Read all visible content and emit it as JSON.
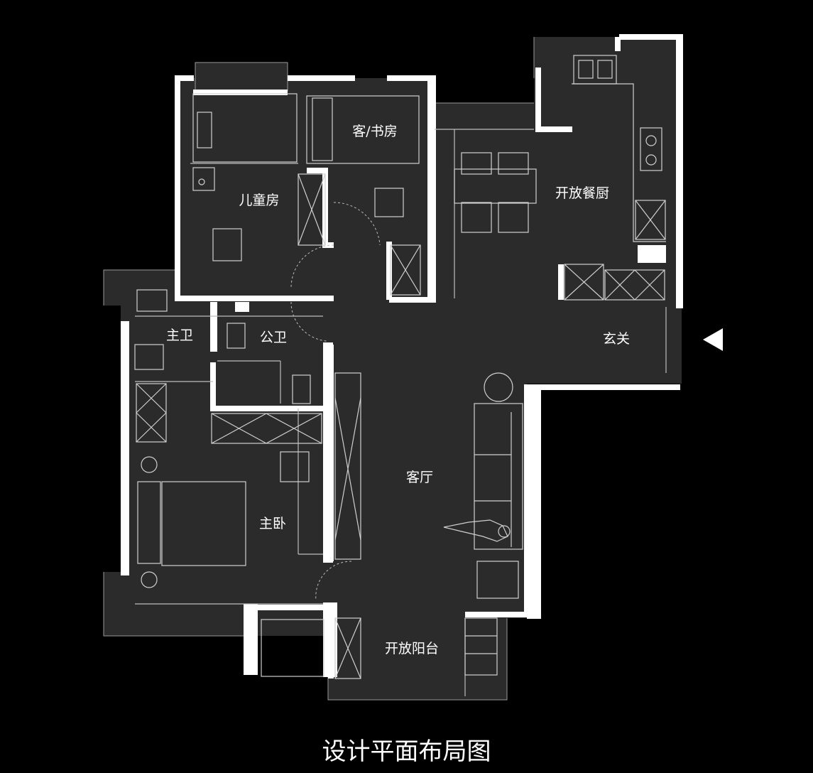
{
  "title": "设计平面布局图",
  "rooms": {
    "kids_room": "儿童房",
    "guest_study": "客/书房",
    "open_dining_kitchen": "开放餐厨",
    "master_bath": "主卫",
    "public_bath": "公卫",
    "entrance": "玄关",
    "living_room": "客厅",
    "master_bedroom": "主卧",
    "open_balcony": "开放阳台"
  },
  "colors": {
    "background": "#000000",
    "floor": "#2b2b2b",
    "wall": "#ffffff",
    "furniture_line": "#cfcfcf"
  },
  "icons": {
    "entry": "entry-arrow-icon"
  }
}
